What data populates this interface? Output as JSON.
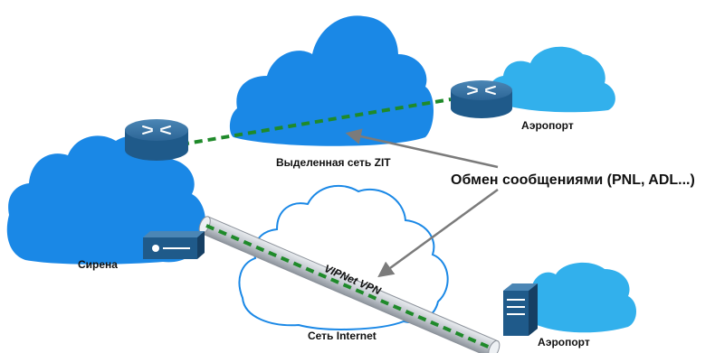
{
  "labels": {
    "dedicated_network": "Выделенная сеть ZIT",
    "airport_top": "Аэропорт",
    "siren": "Сирена",
    "internet": "Сеть Internet",
    "airport_bottom": "Аэропорт",
    "message_exchange": "Обмен сообщениями  (PNL, ADL...)",
    "vpn_tunnel": "VIPNet VPN"
  },
  "colors": {
    "cloud_blue": "#1a88e6",
    "cloud_light": "#32b0ec",
    "internet_cloud_fill": "#ffffff",
    "internet_cloud_stroke": "#1a88e6",
    "router_body": "#1f5a8a",
    "link_green": "#1f8a2a",
    "arrow_gray": "#7b7b7b",
    "tunnel_gray": "#c7ccd3"
  },
  "icons": [
    "router-icon",
    "vpn-appliance-icon",
    "server-icon",
    "cloud-icon"
  ]
}
